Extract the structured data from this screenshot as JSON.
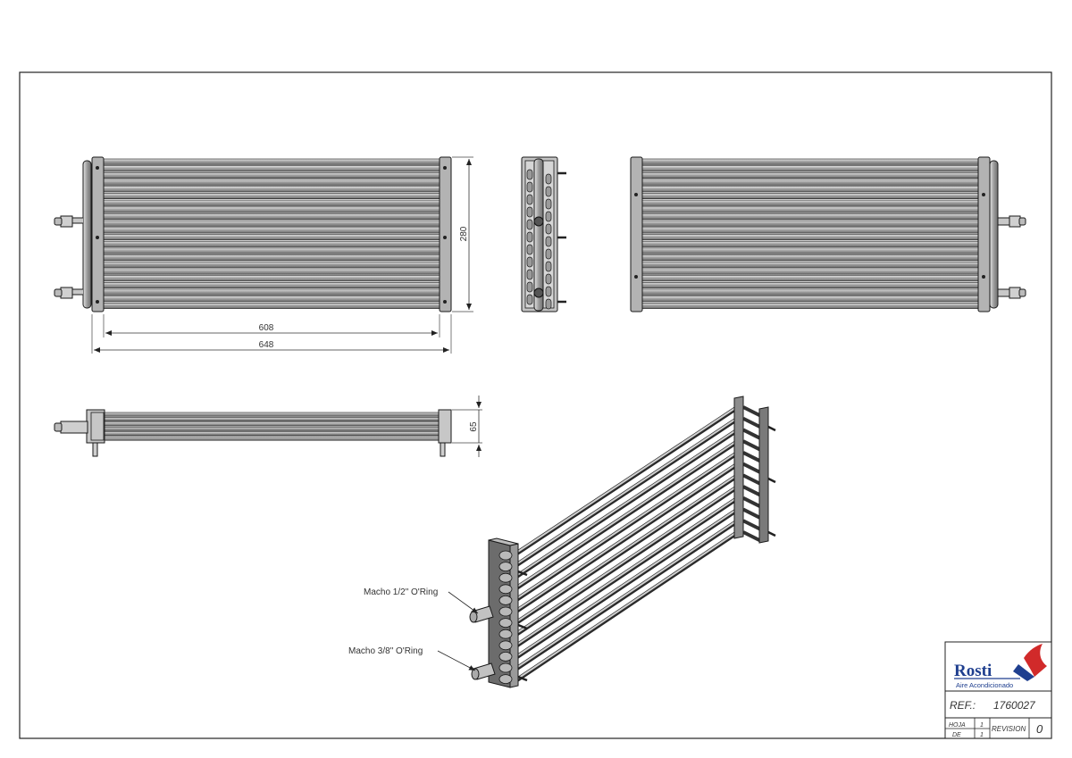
{
  "dimensions": {
    "inner_width": "608",
    "outer_width": "648",
    "height": "280",
    "depth": "65"
  },
  "callouts": {
    "large_connector": "Macho 1/2\" O'Ring",
    "small_connector": "Macho 3/8\" O'Ring"
  },
  "title_block": {
    "logo_text": "Rosti",
    "logo_subtitle": "Aire Acondicionado",
    "ref_label": "REF.:",
    "ref_value": "1760027",
    "sheet_label": "HOJA",
    "sheet_value": "1",
    "of_label": "DE",
    "of_value": "1",
    "revision_label": "REVISION",
    "revision_value": "0"
  },
  "colors": {
    "line": "#1a1a1a",
    "tube_fill": "#bdbdbd",
    "frame_fill": "#a8a8a8",
    "logo_blue": "#1f3f8f",
    "logo_red": "#d12a2a"
  }
}
